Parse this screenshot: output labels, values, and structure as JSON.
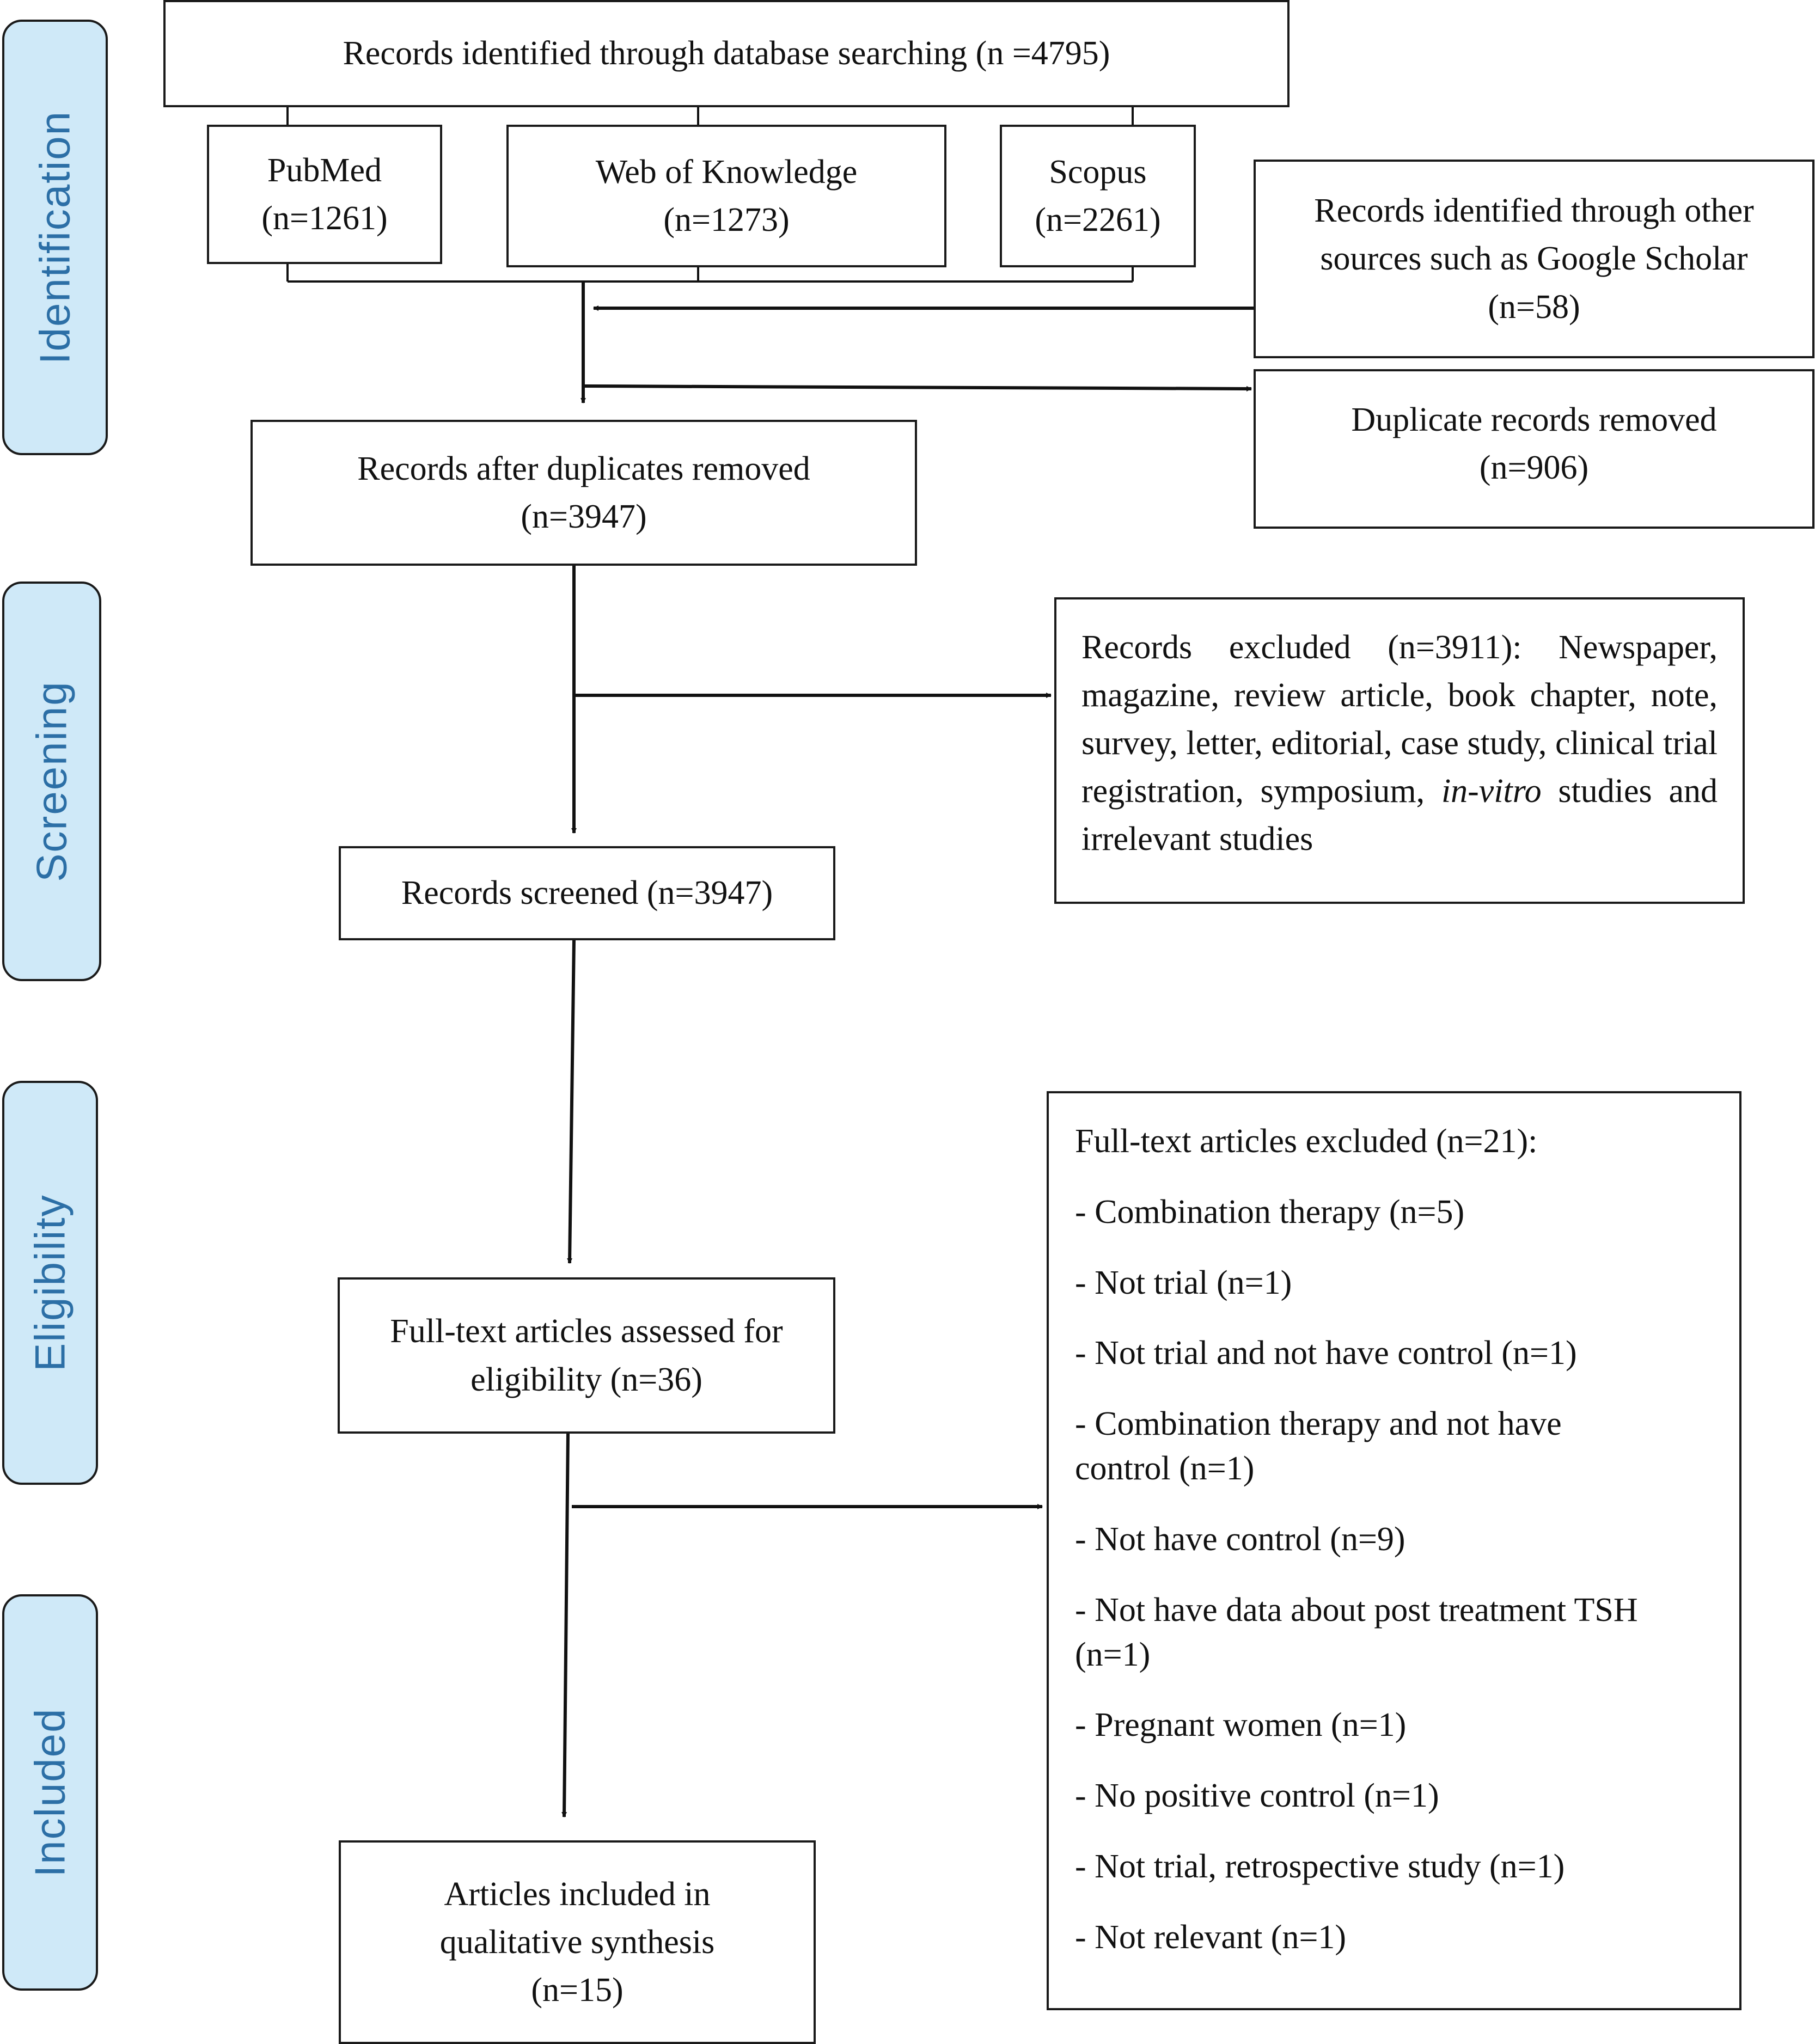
{
  "stages": [
    {
      "id": "identification",
      "label": "Identification"
    },
    {
      "id": "screening",
      "label": "Screening"
    },
    {
      "id": "eligibility",
      "label": "Eligibility"
    },
    {
      "id": "included",
      "label": "Included"
    }
  ],
  "identification": {
    "database_search": "Records identified through database searching (n =4795)",
    "sources": [
      {
        "name": "PubMed",
        "count": "(n=1261)"
      },
      {
        "name": "Web of Knowledge",
        "count": "(n=1273)"
      },
      {
        "name": "Scopus",
        "count": "(n=2261)"
      }
    ],
    "other_sources": {
      "line1": "Records identified through other",
      "line2": "sources such as Google Scholar",
      "line3": "(n=58)"
    },
    "duplicates_removed": {
      "line1": "Duplicate records removed",
      "line2": "(n=906)"
    },
    "after_duplicates": {
      "line1": "Records after duplicates removed",
      "line2": "(n=3947)"
    }
  },
  "screening": {
    "excluded_prefix": "Records excluded (n=3911): Newspaper, magazine, review article, book chapter, note, survey, letter, editorial, case study, clinical trial registration, symposium, ",
    "excluded_italic1": "in-vitro",
    "excluded_suffix": " studies and irrelevant studies",
    "screened": "Records screened (n=3947)"
  },
  "eligibility": {
    "assessed": {
      "line1": "Full-text articles assessed for",
      "line2": "eligibility (n=36)"
    },
    "excluded_title": "Full-text articles excluded (n=21):",
    "excluded_items": [
      "- Combination therapy (n=5)",
      "- Not trial (n=1)",
      "- Not trial and not have control (n=1)",
      "- Combination therapy and not have control (n=1)",
      "- Not have control (n=9)",
      "- Not have data about post treatment TSH (n=1)",
      "- Pregnant women (n=1)",
      "- No positive control (n=1)",
      "- Not trial, retrospective study (n=1)",
      "- Not relevant (n=1)"
    ]
  },
  "included": {
    "line1": "Articles included in",
    "line2": "qualitative synthesis",
    "line3": "(n=15)"
  }
}
